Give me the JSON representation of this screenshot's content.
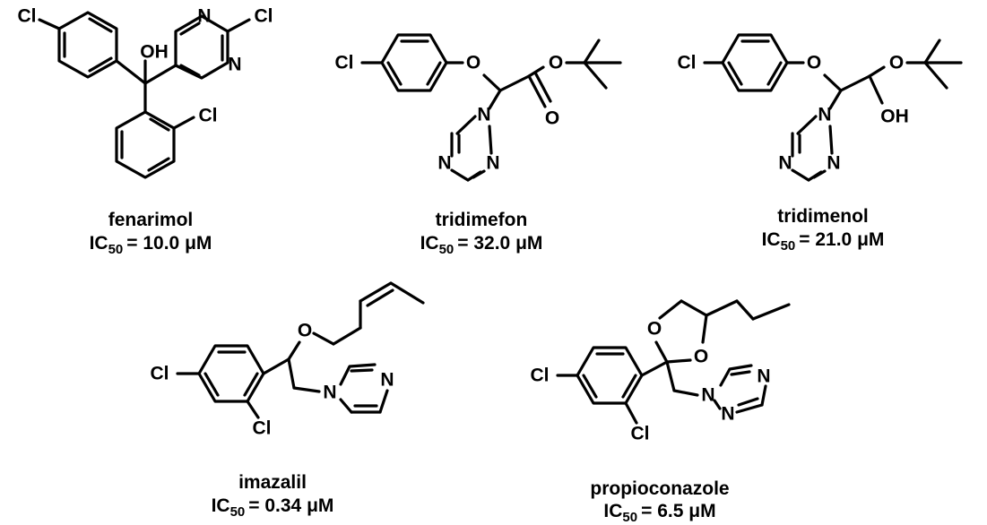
{
  "compounds": [
    {
      "id": "fenarimol",
      "name": "fenarimol",
      "ic50_prefix": "IC",
      "ic50_sub": "50",
      "ic50_value": "= 10.0 μM",
      "atoms": {
        "cl1": "Cl",
        "oh": "OH",
        "n1": "N",
        "n2": "N",
        "cl2": "Cl",
        "cl3": "Cl"
      }
    },
    {
      "id": "tridimefon",
      "name": "tridimefon",
      "ic50_prefix": "IC",
      "ic50_sub": "50",
      "ic50_value": "= 32.0 μM",
      "atoms": {
        "cl": "Cl",
        "o1": "O",
        "o2": "O",
        "o3": "O",
        "n1": "N",
        "n2": "N",
        "n3": "N"
      }
    },
    {
      "id": "tridimenol",
      "name": "tridimenol",
      "ic50_prefix": "IC",
      "ic50_sub": "50",
      "ic50_value": "= 21.0 μM",
      "atoms": {
        "cl": "Cl",
        "o1": "O",
        "o2": "O",
        "oh": "OH",
        "n1": "N",
        "n2": "N",
        "n3": "N"
      }
    },
    {
      "id": "imazalil",
      "name": "imazalil",
      "ic50_prefix": "IC",
      "ic50_sub": "50",
      "ic50_value": "= 0.34 μM",
      "atoms": {
        "cl1": "Cl",
        "cl2": "Cl",
        "o": "O",
        "n1": "N",
        "n2": "N"
      }
    },
    {
      "id": "propioconazole",
      "name": "propioconazole",
      "ic50_prefix": "IC",
      "ic50_sub": "50",
      "ic50_value": "= 6.5 μM",
      "atoms": {
        "cl1": "Cl",
        "cl2": "Cl",
        "o1": "O",
        "o2": "O",
        "n1": "N",
        "n2": "N",
        "n3": "N"
      }
    }
  ]
}
